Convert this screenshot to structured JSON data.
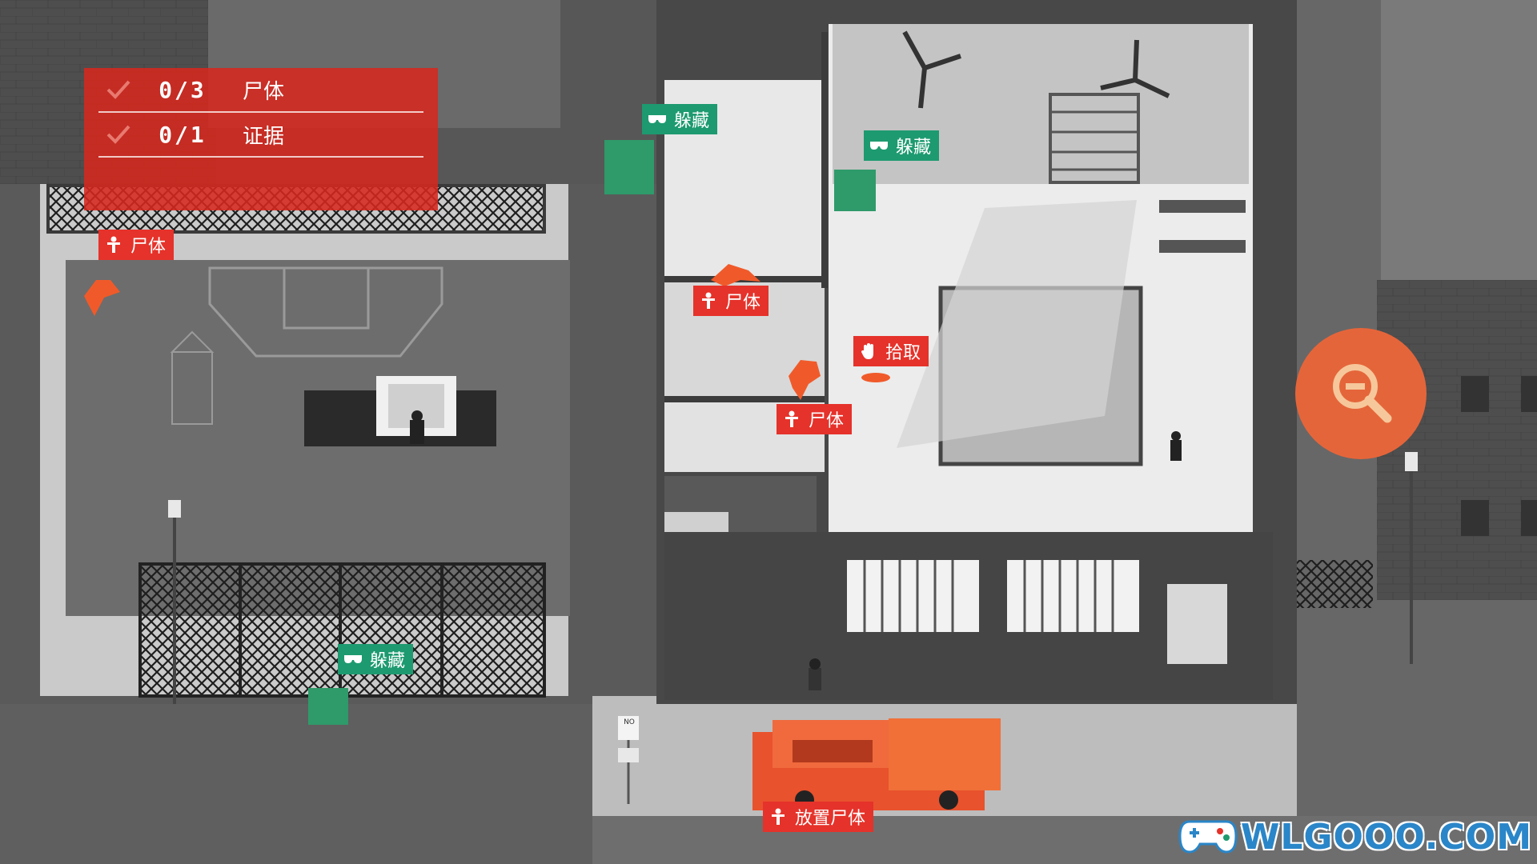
{
  "objectives": [
    {
      "count": "0/3",
      "label": "尸体"
    },
    {
      "count": "0/1",
      "label": "证据"
    }
  ],
  "tags": {
    "body_1": "尸体",
    "body_2": "尸体",
    "body_3": "尸体",
    "hide_1": "躲藏",
    "hide_2": "躲藏",
    "hide_3": "躲藏",
    "pickup": "拾取",
    "place_body": "放置尸体"
  },
  "signs": {
    "no": "NO"
  },
  "watermark": "WLGOOO.COM",
  "colors": {
    "objective_panel": "#d6281e",
    "body_tag": "#e5322a",
    "hide_tag": "#1d9a70",
    "zoom_button": "#e5653a",
    "accent_orange": "#f05a2a"
  },
  "icons": {
    "body": "person-icon",
    "hide": "mask-icon",
    "pickup": "hand-icon",
    "zoom": "zoom-out-icon",
    "check": "check-icon"
  }
}
